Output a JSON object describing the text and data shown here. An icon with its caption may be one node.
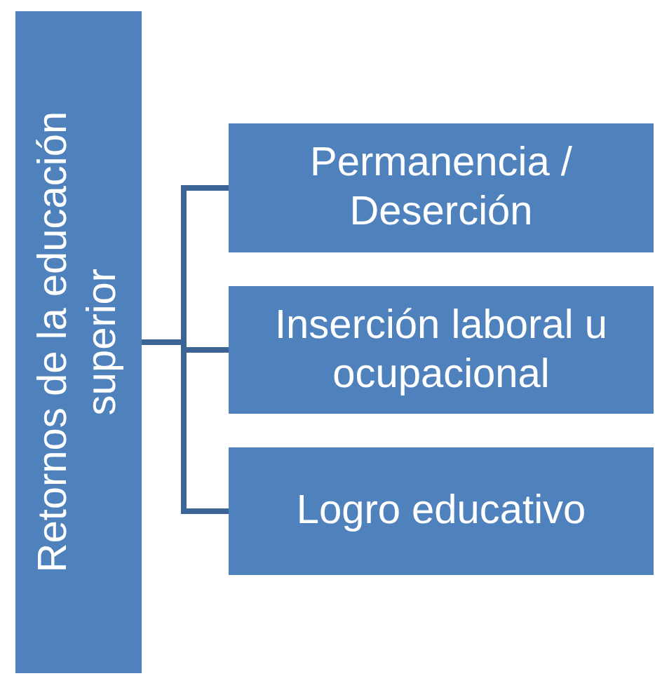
{
  "diagram": {
    "nodes": [
      {
        "text": [
          "Retornos de la educación superior"
        ]
      },
      {
        "text": [
          "Permanencia / Deserción"
        ]
      },
      {
        "text": [
          "Inserción laboral u ocupacional"
        ]
      },
      {
        "text": [
          "Logro educativo"
        ]
      }
    ],
    "edges": [
      {
        "from": 0,
        "to": 1,
        "arrow": "none"
      },
      {
        "from": 0,
        "to": 2,
        "arrow": "none"
      },
      {
        "from": 0,
        "to": 3,
        "arrow": "none"
      }
    ]
  }
}
